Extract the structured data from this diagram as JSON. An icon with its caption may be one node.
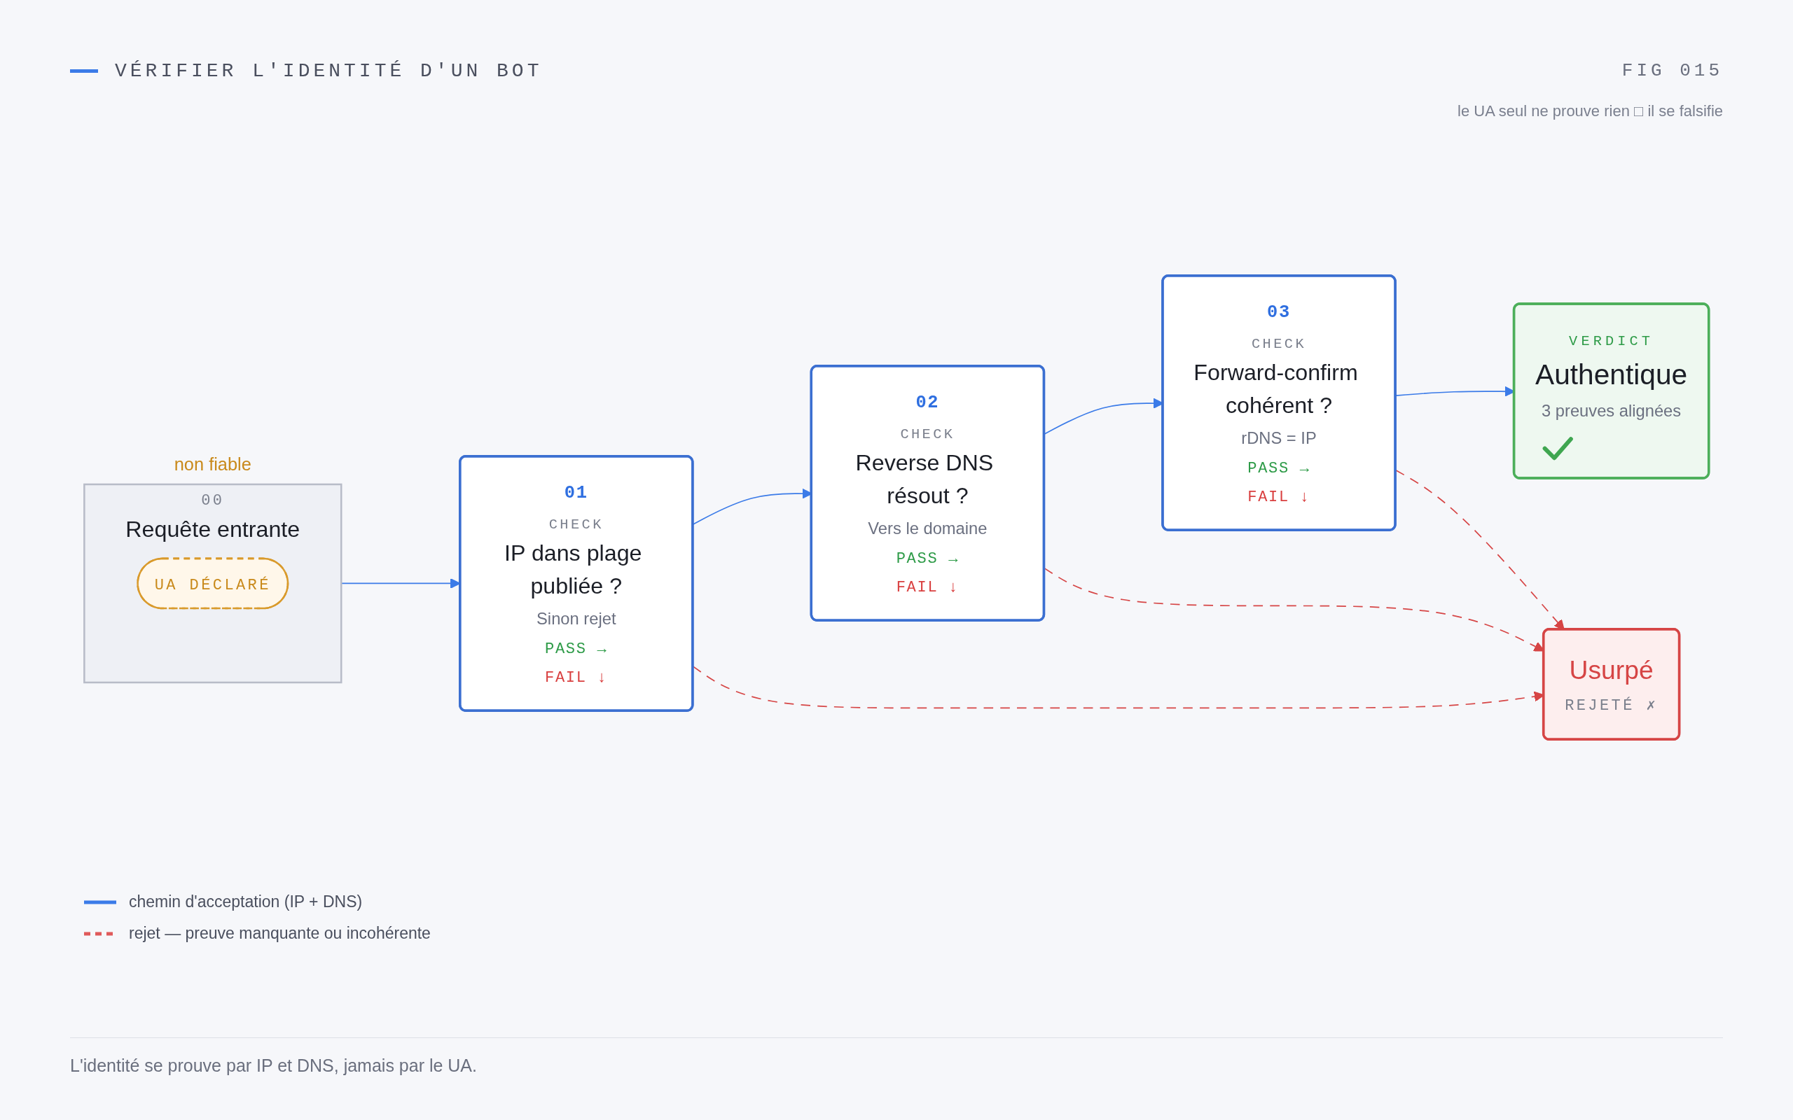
{
  "diagram": {
    "title": "VÉRIFIER L'IDENTITÉ D'UN BOT",
    "caption": "L'identité se prouve par IP et DNS, jamais par le UA.",
    "nodes": [
      {
        "text": [
          "00",
          "Requête entrante"
        ],
        "beside": [
          "non fiable"
        ]
      },
      {
        "text": [
          "UA DÉCLARÉ"
        ],
        "in": 0
      },
      {
        "text": [
          "01",
          "CHECK",
          "IP dans plage publiée ?",
          "Sinon rejet",
          "PASS →",
          "FAIL ↓"
        ]
      },
      {
        "text": [
          "02",
          "CHECK",
          "Reverse DNS résout ?",
          "Vers le domaine",
          "PASS →",
          "FAIL ↓"
        ]
      },
      {
        "text": [
          "03",
          "CHECK",
          "Forward-confirm cohérent ?",
          "rDNS = IP",
          "PASS →",
          "FAIL ↓"
        ]
      },
      {
        "text": [
          "VERDICT",
          "Authentique",
          "3 preuves alignées"
        ]
      },
      {
        "text": [
          "Usurpé",
          "REJETÉ ✗"
        ]
      }
    ],
    "edges": [
      {
        "from": 0,
        "to": 2,
        "arrow": "to"
      },
      {
        "from": 2,
        "to": 3,
        "arrow": "to"
      },
      {
        "from": 3,
        "to": 4,
        "arrow": "to"
      },
      {
        "from": 4,
        "to": 5,
        "arrow": "to"
      },
      {
        "from": 2,
        "to": 6,
        "arrow": "to",
        "style": "dashed",
        "color": "#d64545"
      },
      {
        "from": 3,
        "to": 6,
        "arrow": "to",
        "style": "dashed",
        "color": "#d64545"
      },
      {
        "from": 4,
        "to": 6,
        "arrow": "to",
        "style": "dashed",
        "color": "#d64545"
      }
    ],
    "labels": [
      "FIG 015",
      "le UA seul ne prouve rien □ il se falsifie"
    ],
    "legend": [
      {
        "text": "chemin d'acceptation (IP + DNS)"
      },
      {
        "text": "rejet — preuve manquante ou incohérente"
      }
    ]
  }
}
